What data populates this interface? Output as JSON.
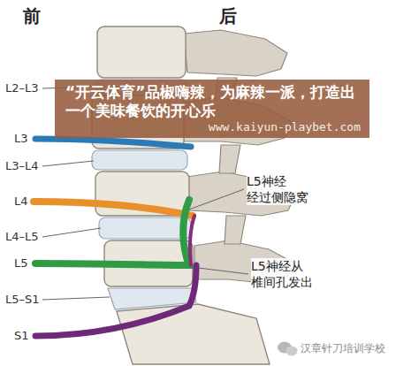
{
  "diagram": {
    "nodes": [
      {
        "text": [
          "“开云体育”品椒嗨辣，为麻辣一派，打造出一个美味餐饮的开心乐",
          "www.kaiyun-playbet.com"
        ]
      }
    ],
    "labels": [
      "前",
      "后",
      "L2–L3",
      "L3",
      "L3–L4",
      "L4",
      "L4–L5",
      "L5",
      "L5–S1",
      "S1",
      "L5神经 经过侧隐窝",
      "L5神经从 椎间孔发出",
      "汉章针刀培训学校"
    ]
  }
}
